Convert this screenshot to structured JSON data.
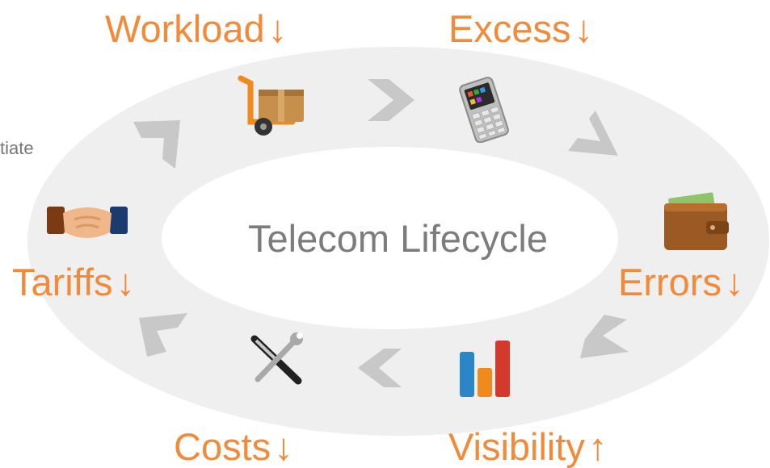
{
  "title": "Telecom Lifecycle",
  "partial_text": "tiate",
  "stages": {
    "workload": {
      "label": "Workload",
      "arrow": "↓"
    },
    "excess": {
      "label": "Excess",
      "arrow": "↓"
    },
    "errors": {
      "label": "Errors",
      "arrow": "↓"
    },
    "visibility": {
      "label": "Visibility",
      "arrow": "↑"
    },
    "costs": {
      "label": "Costs",
      "arrow": "↓"
    },
    "tariffs": {
      "label": "Tariffs",
      "arrow": "↓"
    }
  },
  "icons": [
    "hand-truck-icon",
    "mobile-phone-icon",
    "wallet-icon",
    "bar-chart-icon",
    "tools-icon",
    "handshake-icon"
  ],
  "colors": {
    "label": "#f38a3a",
    "ring": "#efefef",
    "chevron": "#c8c8c8",
    "title": "#7c7c7c"
  }
}
